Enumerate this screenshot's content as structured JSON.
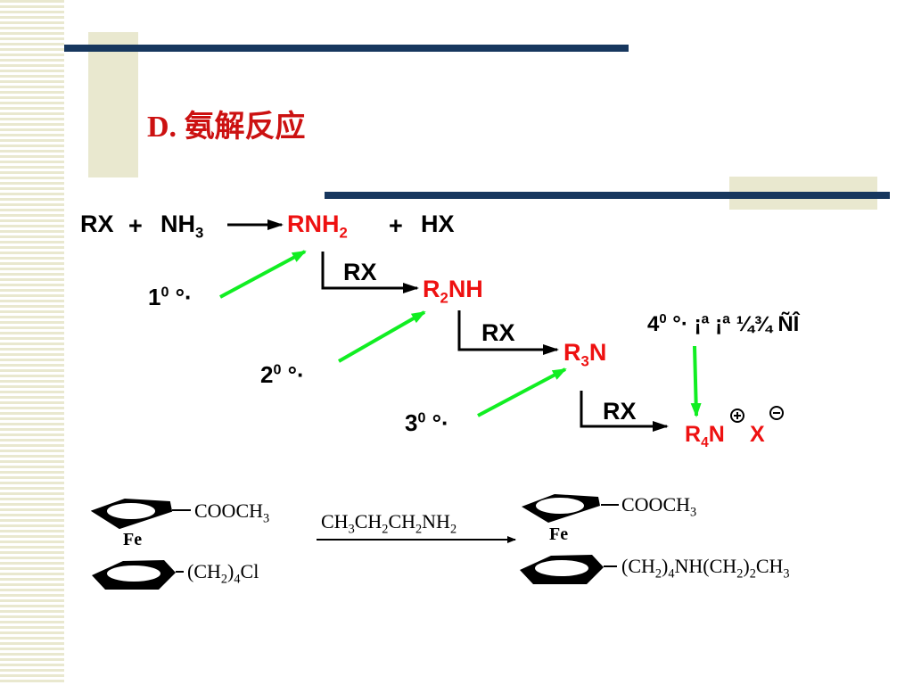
{
  "title": {
    "letter": "D.",
    "text": "氨解反应"
  },
  "reaction": {
    "rx": "RX",
    "plus1": "+",
    "nh3": "NH",
    "nh3_sub": "3",
    "rnh2": "RNH",
    "rnh2_sub": "2",
    "plus2": "+",
    "hx": "HX",
    "rx1": "RX",
    "r2nh_r": "R",
    "r2nh_sub": "2",
    "r2nh_rest": "NH",
    "rx2": "RX",
    "r3n_r": "R",
    "r3n_sub": "3",
    "r3n_rest": "N",
    "rx3": "RX",
    "r4n_r": "R",
    "r4n_sub": "4",
    "r4n_rest": "N",
    "x": "X",
    "charge_plus": "+",
    "charge_minus": "−"
  },
  "labels": {
    "l1": "1",
    "l1_sup": "0",
    "l1_rest": " °·",
    "l2": "2",
    "l2_sup": "0",
    "l2_rest": " °·",
    "l3": "3",
    "l3_sup": "0",
    "l3_rest": " °·",
    "l4": "4",
    "l4_sup": "0",
    "l4_rest": " °· ¡ª ¡ª ¼¾ ÑÎ"
  },
  "ferrocene": {
    "left_top": "COOCH",
    "left_top_sub": "3",
    "left_fe": "Fe",
    "left_bottom_a": "(CH",
    "left_bottom_sub1": "2",
    "left_bottom_b": ")",
    "left_bottom_sub2": "4",
    "left_bottom_c": "Cl",
    "reagent_a": "CH",
    "reagent_s1": "3",
    "reagent_b": "CH",
    "reagent_s2": "2",
    "reagent_c": "CH",
    "reagent_s3": "2",
    "reagent_d": "NH",
    "reagent_s4": "2",
    "right_top": "COOCH",
    "right_top_sub": "3",
    "right_fe": "Fe",
    "right_bottom_a": "(CH",
    "right_bottom_s1": "2",
    "right_bottom_b": ")",
    "right_bottom_s2": "4",
    "right_bottom_c": "NH(CH",
    "right_bottom_s3": "2",
    "right_bottom_d": ")",
    "right_bottom_s4": "2",
    "right_bottom_e": "CH",
    "right_bottom_s5": "3"
  },
  "colors": {
    "accent_red": "#ee1111",
    "navy": "#17375e",
    "beige": "#e9e8cf",
    "green": "#11ee22"
  }
}
